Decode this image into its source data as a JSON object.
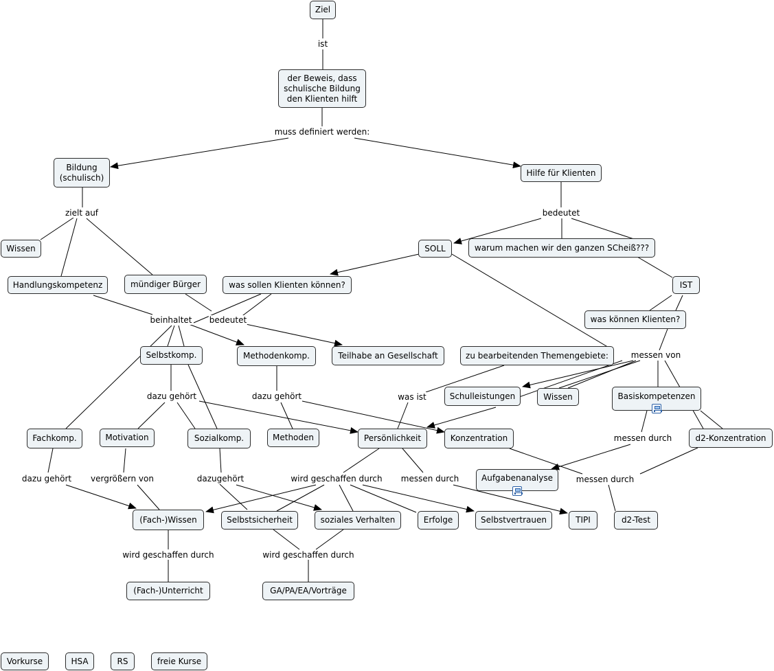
{
  "concepts": {
    "ziel": "Ziel",
    "beweis": "der Beweis, dass\nschulische Bildung\nden Klienten hilft",
    "bildung": "Bildung\n(schulisch)",
    "hilfe": "Hilfe für Klienten",
    "wissen1": "Wissen",
    "handlungskompetenz": "Handlungskompetenz",
    "muendiger_buerger": "mündiger Bürger",
    "was_sollen": "was sollen Klienten können?",
    "soll": "SOLL",
    "warum": "warum machen wir den ganzen SCheiß???",
    "ist": "IST",
    "was_koennen": "was können Klienten?",
    "selbstkomp": "Selbstkomp.",
    "methodenkomp": "Methodenkomp.",
    "teilhabe": "Teilhabe an Gesellschaft",
    "themengebiete": "zu bearbeitenden Themengebiete:",
    "schulleistungen": "Schulleistungen",
    "wissen2": "Wissen",
    "basiskompetenzen": "Basiskompetenzen",
    "fachkomp": "Fachkomp.",
    "motivation": "Motivation",
    "sozialkomp": "Sozialkomp.",
    "methoden": "Methoden",
    "persoenlichkeit": "Persönlichkeit",
    "konzentration": "Konzentration",
    "d2_konzentration": "d2-Konzentration",
    "aufgabenanalyse": "Aufgabenanalyse",
    "fach_wissen": "(Fach-)Wissen",
    "selbstsicherheit": "Selbstsicherheit",
    "soziales_verhalten": "soziales Verhalten",
    "erfolge": "Erfolge",
    "selbstvertrauen": "Selbstvertrauen",
    "tipi": "TIPI",
    "d2_test": "d2-Test",
    "fach_unterricht": "(Fach-)Unterricht",
    "ga_pa": "GA/PA/EA/Vorträge",
    "vorkurse": "Vorkurse",
    "hsa": "HSA",
    "rs": "RS",
    "freie_kurse": "freie Kurse"
  },
  "links": {
    "ist": "ist",
    "muss_definiert": "muss definiert werden:",
    "zielt_auf": "zielt auf",
    "bedeutet_hilfe": "bedeutet",
    "beinhaltet": "beinhaltet",
    "bedeutet_bg": "bedeutet",
    "messen_von": "messen von",
    "was_ist": "was ist",
    "dazu_gehoert_selbst": "dazu gehört",
    "dazu_gehoert_methoden": "dazu gehört",
    "messen_durch_basis": "messen durch",
    "dazu_gehoert_fach": "dazu gehört",
    "vergroessern_von": "vergrößern von",
    "dazugehoert_sozial": "dazugehört",
    "wird_geschaffen_pers": "wird geschaffen durch",
    "messen_durch_pers": "messen durch",
    "messen_durch_konz": "messen durch",
    "wird_geschaffen_fach": "wird geschaffen durch",
    "wird_geschaffen_sozial": "wird geschaffen durch"
  },
  "icons": [
    "submap-icon",
    "submap-icon"
  ],
  "colors": {
    "node_fill": "#eef3f6",
    "node_border": "#2b2b2b",
    "line": "#000000"
  }
}
